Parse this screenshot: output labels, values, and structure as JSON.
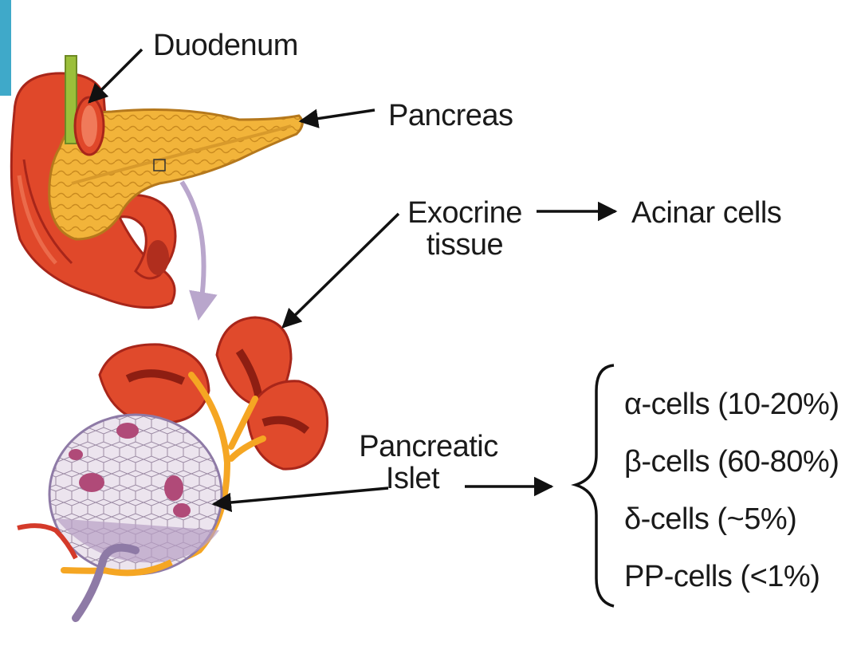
{
  "labels": {
    "duodenum": "Duodenum",
    "pancreas": "Pancreas",
    "exocrine_line1": "Exocrine",
    "exocrine_line2": "tissue",
    "acinar": "Acinar cells",
    "islet_line1": "Pancreatic",
    "islet_line2": "Islet"
  },
  "cell_types": [
    "α-cells (10-20%)",
    "β-cells (60-80%)",
    "δ-cells (~5%)",
    "PP-cells (<1%)"
  ],
  "colors": {
    "organ": "#e0482a",
    "organ_dark": "#a8261a",
    "pancreas": "#f2b43a",
    "duct": "#f5a623",
    "islet": "#e6dbe9",
    "islet_spot": "#b04a78",
    "vessel_purple": "#8e7aa6",
    "curve_arrow": "#b9a6cc",
    "text": "#1a1a1a",
    "edge_strip": "#3fa9c9"
  }
}
